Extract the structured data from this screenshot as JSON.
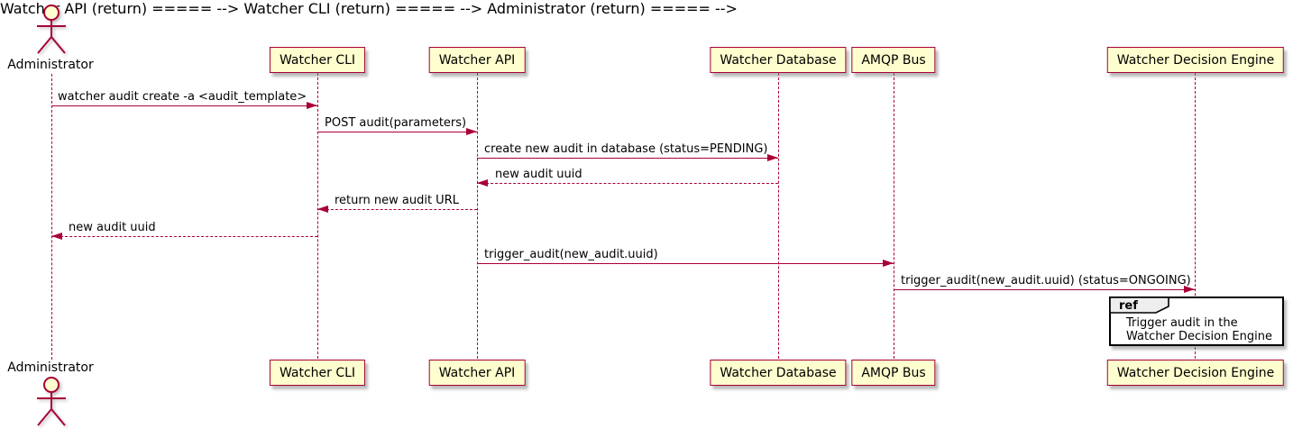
{
  "diagram_type": "uml-sequence-diagram",
  "colors": {
    "accent": "#A80036",
    "participant_fill": "#FEFECE",
    "ref_tab_fill": "#EEEEEE",
    "ref_fill": "#FFFFFF",
    "text": "#000000",
    "background": "#FFFFFF"
  },
  "actor": {
    "label": "Administrator"
  },
  "participants": [
    {
      "label": "Watcher CLI"
    },
    {
      "label": "Watcher API"
    },
    {
      "label": "Watcher Database"
    },
    {
      "label": "AMQP Bus"
    },
    {
      "label": "Watcher Decision Engine"
    }
  ],
  "messages": [
    {
      "from": "Administrator",
      "to": "Watcher CLI",
      "label": "watcher audit create -a <audit_template>",
      "line": "solid",
      "direction": "right"
    },
    {
      "from": "Watcher CLI",
      "to": "Watcher API",
      "label": "POST audit(parameters)",
      "line": "solid",
      "direction": "right"
    },
    {
      "from": "Watcher API",
      "to": "Watcher Database",
      "label": "create new audit in database (status=PENDING)",
      "line": "solid",
      "direction": "right"
    },
    {
      "from": "Watcher Database",
      "to": "Watcher API",
      "label": "new audit uuid",
      "line": "dashed",
      "direction": "left"
    },
    {
      "from": "Watcher API",
      "to": "Watcher CLI",
      "label": "return new audit URL",
      "line": "dashed",
      "direction": "left"
    },
    {
      "from": "Watcher CLI",
      "to": "Administrator",
      "label": "new audit uuid",
      "line": "dashed",
      "direction": "left"
    },
    {
      "from": "Watcher API",
      "to": "AMQP Bus",
      "label": "trigger_audit(new_audit.uuid)",
      "line": "solid",
      "direction": "right"
    },
    {
      "from": "AMQP Bus",
      "to": "Watcher Decision Engine",
      "label": "trigger_audit(new_audit.uuid) (status=ONGOING)",
      "line": "solid",
      "direction": "right"
    }
  ],
  "ref": {
    "keyword": "ref",
    "line1": "Trigger audit in the",
    "line2": "Watcher Decision Engine"
  }
}
